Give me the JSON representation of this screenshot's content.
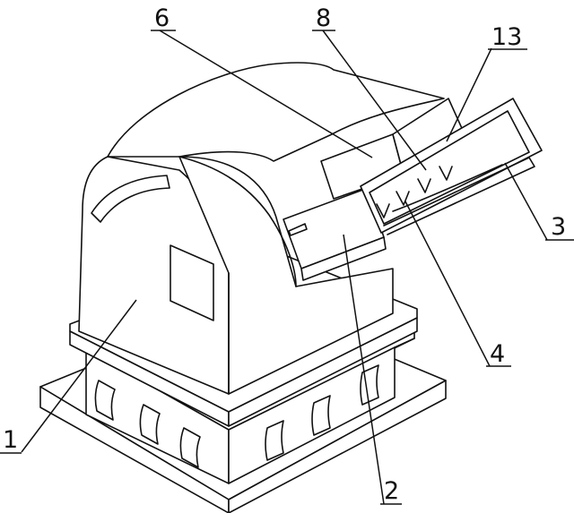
{
  "labels": [
    {
      "id": "1",
      "text": "1"
    },
    {
      "id": "2",
      "text": "2"
    },
    {
      "id": "3",
      "text": "3"
    },
    {
      "id": "4",
      "text": "4"
    },
    {
      "id": "6",
      "text": "6"
    },
    {
      "id": "8",
      "text": "8"
    },
    {
      "id": "13",
      "text": "13"
    }
  ]
}
